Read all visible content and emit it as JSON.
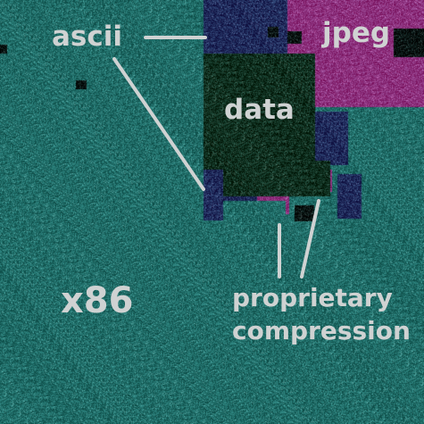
{
  "labels": {
    "ascii": "ascii",
    "jpeg": "jpeg",
    "data": "data",
    "x86": "x86",
    "proprietary": "proprietary",
    "compression": "compression"
  },
  "colors": {
    "x86": "#1f6b66",
    "ascii": "#1f2a5a",
    "jpeg": "#8a2e7a",
    "data": "#0f2f1f",
    "dark": "#07110f",
    "label": "#cfd2d2",
    "line": "#cfd2d2"
  }
}
